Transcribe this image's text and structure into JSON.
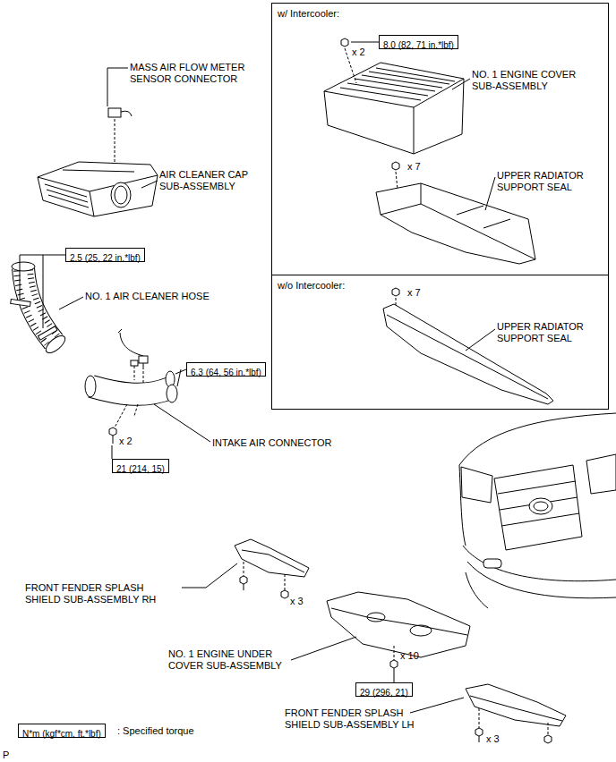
{
  "diagram": {
    "nodes": [
      {
        "text": [
          "w/ Intercooler:"
        ]
      },
      {
        "text": [
          "8.0 (82, 71 in.*lbf)"
        ],
        "in": 0
      },
      {
        "text": [
          "w/o Intercooler:"
        ]
      },
      {
        "text": [
          "2.5 (25, 22 in.*lbf)"
        ]
      },
      {
        "text": [
          "6.3 (64, 56 in.*lbf)"
        ]
      },
      {
        "text": [
          "21 (214, 15)"
        ]
      },
      {
        "text": [
          "29 (296, 21)"
        ]
      },
      {
        "text": [
          "N*m (kgf*cm, ft.*lbf)"
        ]
      }
    ],
    "labels": [
      "MASS AIR FLOW METER SENSOR CONNECTOR",
      "AIR CLEANER CAP SUB-ASSEMBLY",
      "NO. 1 AIR CLEANER HOSE",
      "x 2",
      "INTAKE AIR CONNECTOR",
      "x 2",
      "NO. 1 ENGINE COVER SUB-ASSEMBLY",
      "x 7",
      "UPPER RADIATOR SUPPORT SEAL",
      "x 7",
      "UPPER RADIATOR SUPPORT SEAL",
      "FRONT FENDER SPLASH SHIELD SUB-ASSEMBLY RH",
      "x 3",
      "NO. 1 ENGINE UNDER COVER SUB-ASSEMBLY",
      "x 10",
      "FRONT FENDER SPLASH SHIELD SUB-ASSEMBLY LH",
      "x 3",
      ": Specified torque",
      "P"
    ]
  }
}
